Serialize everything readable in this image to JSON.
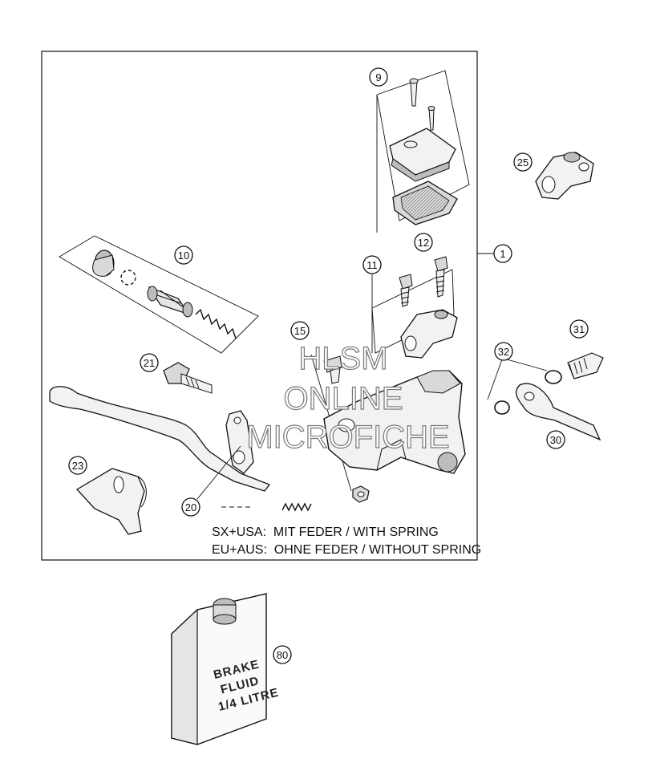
{
  "callouts": {
    "c1": "1",
    "c9": "9",
    "c10": "10",
    "c11": "11",
    "c12": "12",
    "c15": "15",
    "c20": "20",
    "c21": "21",
    "c23": "23",
    "c25": "25",
    "c30": "30",
    "c31": "31",
    "c32": "32",
    "c80": "80"
  },
  "notes": {
    "line1": "SX+USA:  MIT FEDER / WITH SPRING",
    "line2": "EU+AUS:  OHNE FEDER / WITHOUT SPRING"
  },
  "watermark": {
    "line1": "HLSM",
    "line2": "ONLINE",
    "line3": "MICROFICHE"
  },
  "fluid_can": {
    "line1": "BRAKE",
    "line2": "FLUID",
    "line3": "1/4 LITRE"
  },
  "colors": {
    "ink": "#111111",
    "part_fill": "#f2f2f2",
    "shade": "#bdbdbd"
  }
}
